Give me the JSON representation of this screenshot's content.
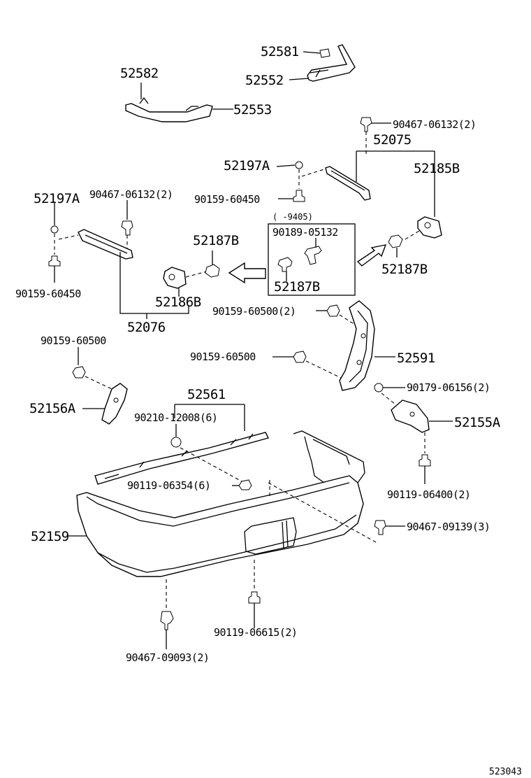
{
  "labels": {
    "p52581": "52581",
    "p52552": "52552",
    "p52582": "52582",
    "p52553": "52553",
    "p90467_06132_a": "90467-06132(2)",
    "p52075": "52075",
    "p52197A_a": "52197A",
    "p52185B": "52185B",
    "p90159_60450_a": "90159-60450",
    "p52197A_b": "52197A",
    "p90467_06132_b": "90467-06132(2)",
    "inset_note": "(    -9405)",
    "p90189_05132": "90189-05132",
    "p52187B_a": "52187B",
    "p52187B_b": "52187B",
    "p52187B_c": "52187B",
    "p90159_60450_b": "90159-60450",
    "p52186B": "52186B",
    "p52076": "52076",
    "p90159_60500_a": "90159-60500(2)",
    "p90159_60500_b": "90159-60500",
    "p90159_60500_c": "90159-60500",
    "p52591": "52591",
    "p52561": "52561",
    "p90179_06156": "90179-06156(2)",
    "p52156A": "52156A",
    "p90210_12008": "90210-12008(6)",
    "p52155A": "52155A",
    "p90119_06354": "90119-06354(6)",
    "p90119_06400": "90119-06400(2)",
    "p52159": "52159",
    "p90467_09139": "90467-09139(3)",
    "p90119_06615": "90119-06615(2)",
    "p90467_09093": "90467-09093(2)",
    "ref_number": "523043"
  }
}
